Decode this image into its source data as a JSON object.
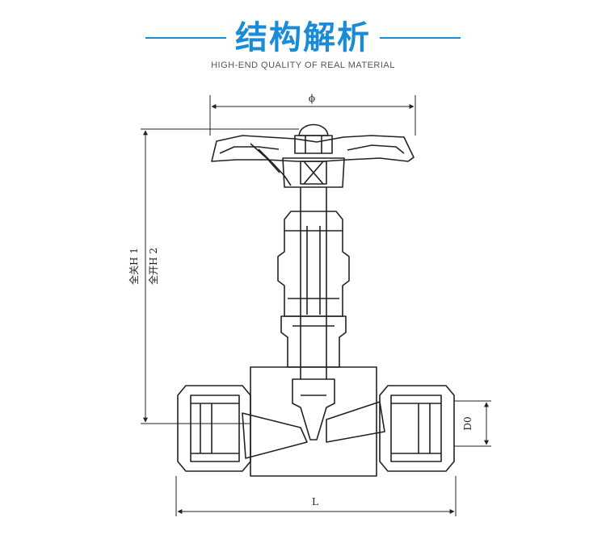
{
  "header": {
    "title": "结构解析",
    "subtitle": "HIGH-END QUALITY OF REAL MATERIAL",
    "accent_color": "#1a8bd6"
  },
  "drawing": {
    "dimension_phi": "ϕ",
    "dimension_L": "L",
    "dimension_D0": "D0",
    "dimension_H1": "全关H 1",
    "dimension_H2": "全开H 2"
  }
}
